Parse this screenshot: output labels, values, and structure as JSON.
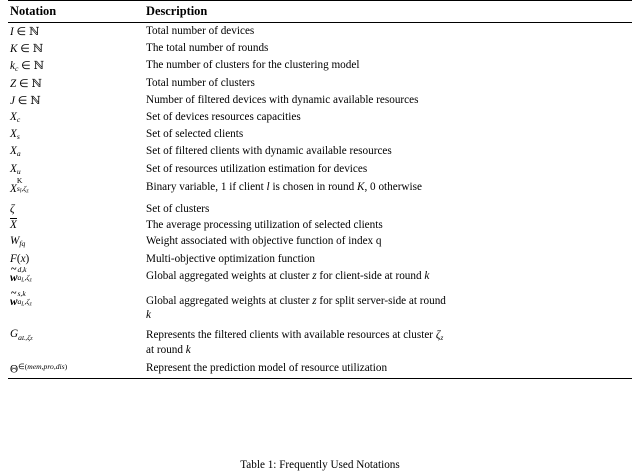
{
  "table": {
    "headers": [
      "Notation",
      "Description"
    ],
    "rows": [
      {
        "notation_html": "I &#8712; &#8469;",
        "desc": "Total number of devices"
      },
      {
        "notation_html": "K &#8712; &#8469;",
        "desc": "The total number of rounds"
      },
      {
        "notation_html": "k_c &#8712; &#8469;",
        "desc": "The number of clusters for the clustering model"
      },
      {
        "notation_html": "Z &#8712; &#8469;",
        "desc": "Total number of clusters"
      },
      {
        "notation_html": "J &#8712; &#8469;",
        "desc": "Number of filtered devices with dynamic available resources"
      },
      {
        "notation_html": "X_c",
        "desc": "Set of devices resources capacities"
      },
      {
        "notation_html": "X_s",
        "desc": "Set of selected clients"
      },
      {
        "notation_html": "X_a",
        "desc": "Set of filtered clients with dynamic available resources"
      },
      {
        "notation_html": "X_u",
        "desc": "Set of resources utilization estimation for devices"
      },
      {
        "notation_html": "X^K_{s_l,zeta_z}",
        "desc": "Binary variable, 1 if client l is chosen in round K, 0 otherwise"
      },
      {
        "notation_html": "zeta",
        "desc": "Set of clusters"
      },
      {
        "notation_html": "Xbar",
        "desc": "The average processing utilization of selected clients"
      },
      {
        "notation_html": "W_fq",
        "desc": "Weight associated with objective function of index q"
      },
      {
        "notation_html": "F(x)",
        "desc": "Multi-objective optimization function"
      },
      {
        "notation_html": "w_tilde_dk",
        "desc": "Global aggregated weights at cluster z for client-side at round k"
      },
      {
        "notation_html": "w_tilde_sk",
        "desc": "Global aggregated weights at cluster z for split server-side at round k"
      },
      {
        "notation_html": "G_aL_zetaz",
        "desc": "Represents the filtered clients with available resources at cluster ζ_z at round k"
      },
      {
        "notation_html": "Theta_mem_pro_dis",
        "desc": "Represent the prediction model of resource utilization"
      }
    ]
  },
  "caption": "Table 1: Frequently Used Notations"
}
